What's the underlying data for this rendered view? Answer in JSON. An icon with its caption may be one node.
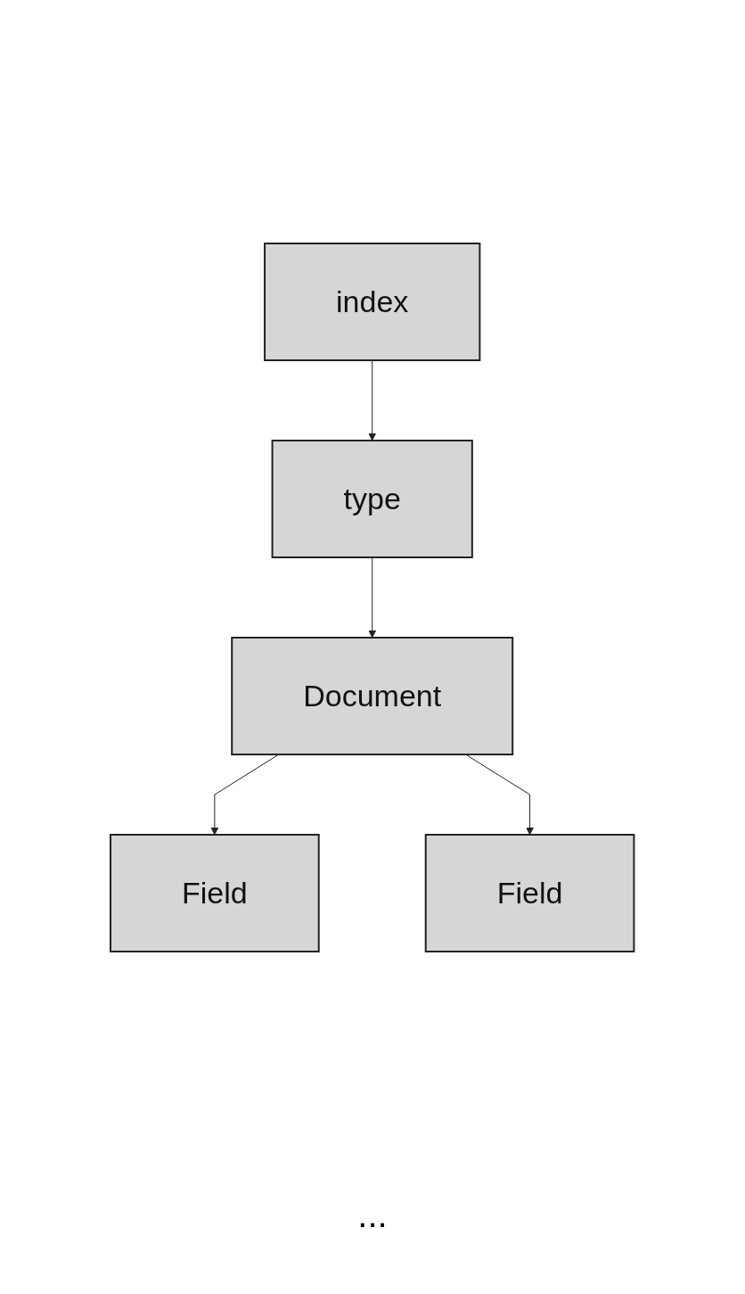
{
  "diagram": {
    "nodes": [
      {
        "text": [
          "index"
        ]
      },
      {
        "text": [
          "type"
        ]
      },
      {
        "text": [
          "Document"
        ]
      },
      {
        "text": [
          "Field"
        ]
      },
      {
        "text": [
          "Field"
        ]
      }
    ],
    "edges": [
      {
        "from": 0,
        "to": 1,
        "arrow": "to"
      },
      {
        "from": 1,
        "to": 2,
        "arrow": "to"
      },
      {
        "from": 2,
        "to": 3,
        "arrow": "to"
      },
      {
        "from": 2,
        "to": 4,
        "arrow": "to"
      }
    ],
    "labels": [
      "..."
    ]
  }
}
